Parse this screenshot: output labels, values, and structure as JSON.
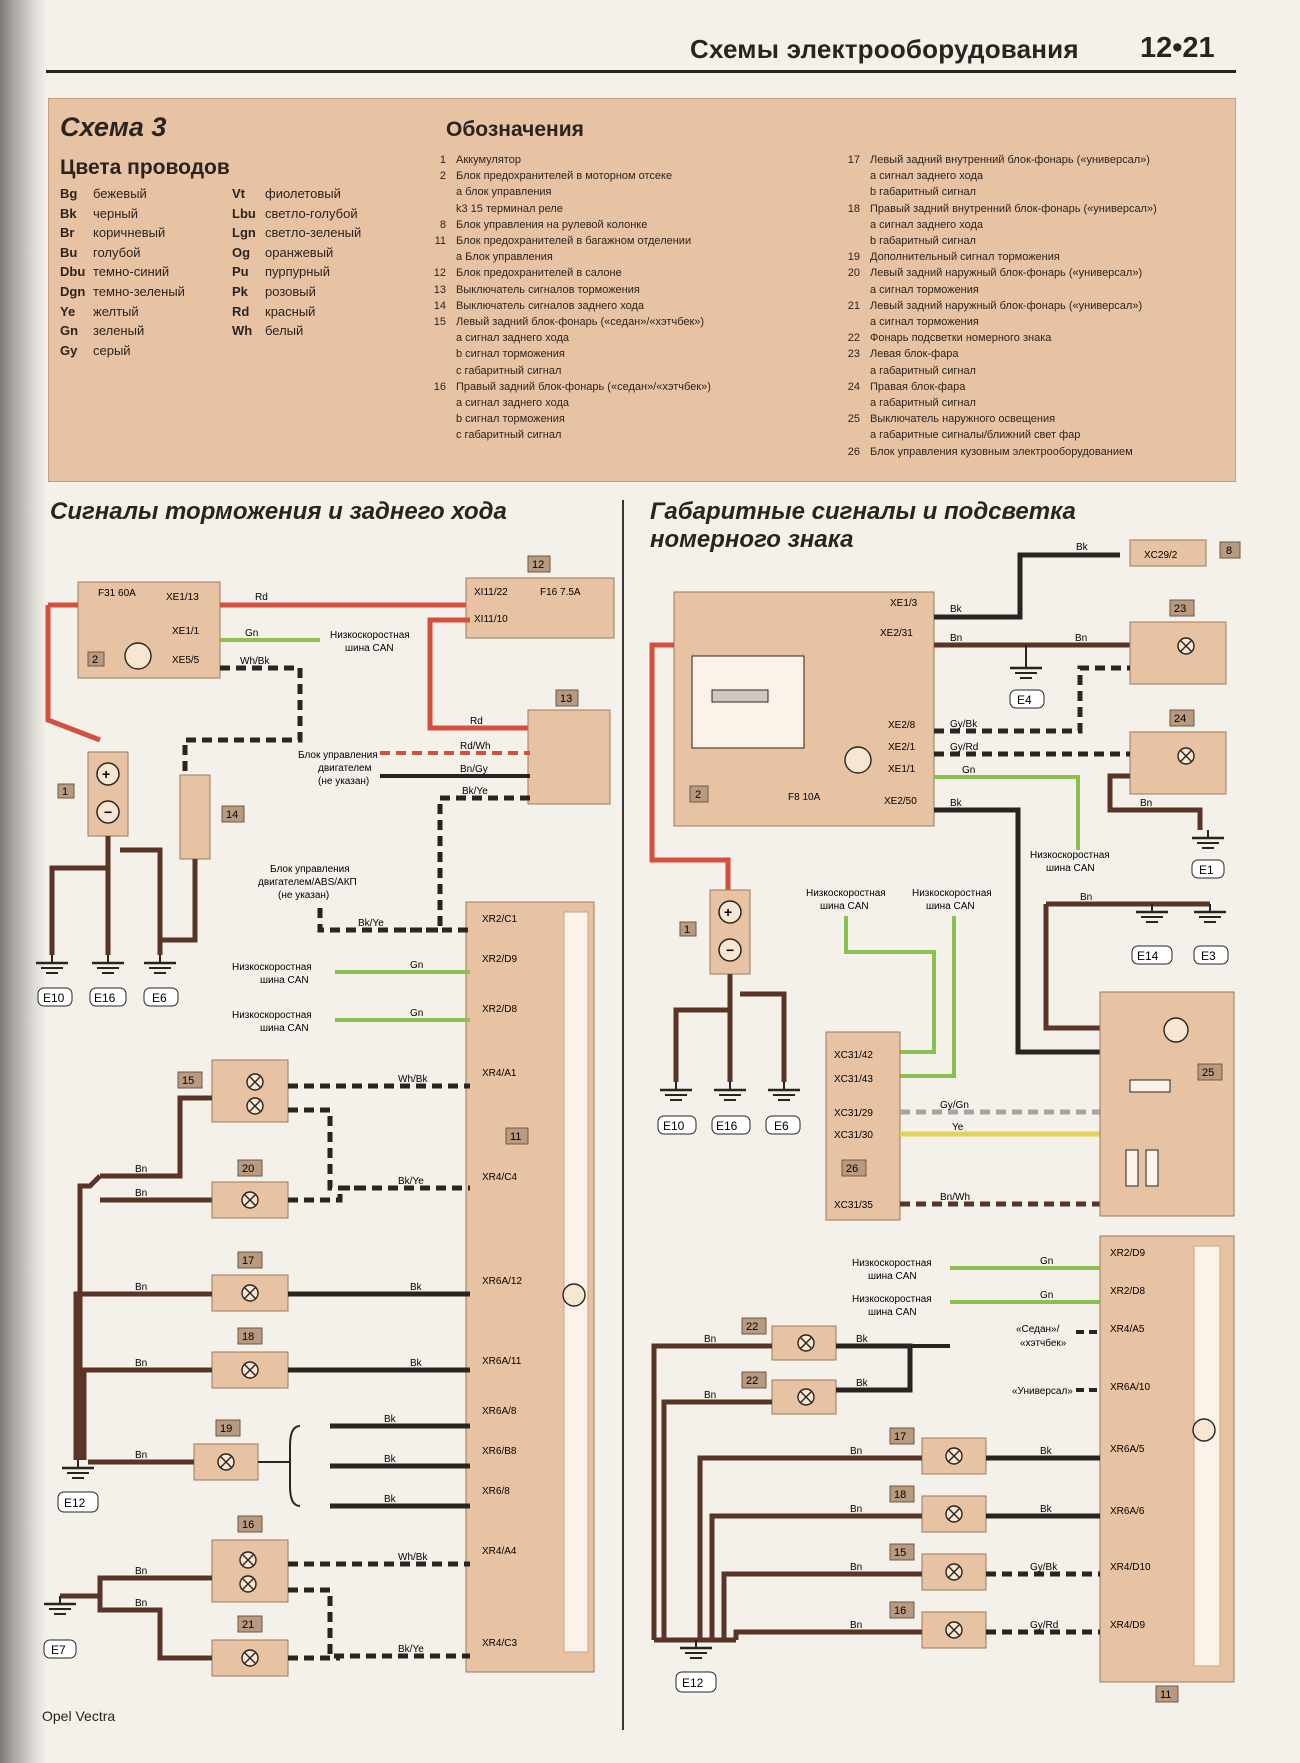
{
  "header": {
    "title": "Схемы электрооборудования",
    "page": "12•21"
  },
  "legend": {
    "scheme_title": "Схема 3",
    "colors_title": "Цвета проводов",
    "colors_left": [
      {
        "code": "Bg",
        "name": "бежевый"
      },
      {
        "code": "Bk",
        "name": "черный"
      },
      {
        "code": "Br",
        "name": "коричневый"
      },
      {
        "code": "Bu",
        "name": "голубой"
      },
      {
        "code": "Dbu",
        "name": "темно-синий"
      },
      {
        "code": "Dgn",
        "name": "темно-зеленый"
      },
      {
        "code": "Ye",
        "name": "желтый"
      },
      {
        "code": "Gn",
        "name": "зеленый"
      },
      {
        "code": "Gy",
        "name": "серый"
      }
    ],
    "colors_right": [
      {
        "code": "Vt",
        "name": "фиолетовый"
      },
      {
        "code": "Lbu",
        "name": "светло-голубой"
      },
      {
        "code": "Lgn",
        "name": "светло-зеленый"
      },
      {
        "code": "Og",
        "name": "оранжевый"
      },
      {
        "code": "Pu",
        "name": "пурпурный"
      },
      {
        "code": "Pk",
        "name": "розовый"
      },
      {
        "code": "Rd",
        "name": "красный"
      },
      {
        "code": "Wh",
        "name": "белый"
      }
    ],
    "designations_title": "Обозначения",
    "designations_left": [
      {
        "num": "1",
        "text": "Аккумулятор"
      },
      {
        "num": "2",
        "text": "Блок предохранителей в моторном отсеке"
      },
      {
        "num": "",
        "text": "а   блок управления"
      },
      {
        "num": "",
        "text": "k3  15 терминал реле"
      },
      {
        "num": "8",
        "text": "Блок управления на рулевой колонке"
      },
      {
        "num": "11",
        "text": "Блок предохранителей в багажном отделении"
      },
      {
        "num": "",
        "text": "а   Блок управления"
      },
      {
        "num": "12",
        "text": "Блок предохранителей в салоне"
      },
      {
        "num": "13",
        "text": "Выключатель сигналов торможения"
      },
      {
        "num": "14",
        "text": "Выключатель сигналов заднего хода"
      },
      {
        "num": "15",
        "text": "Левый задний блок-фонарь («седан»/«хэтчбек»)"
      },
      {
        "num": "",
        "text": "а   сигнал заднего хода"
      },
      {
        "num": "",
        "text": "b   сигнал торможения"
      },
      {
        "num": "",
        "text": "c   габаритный сигнал"
      },
      {
        "num": "16",
        "text": "Правый задний блок-фонарь («седан»/«хэтчбек»)"
      },
      {
        "num": "",
        "text": "а   сигнал заднего хода"
      },
      {
        "num": "",
        "text": "b   сигнал торможения"
      },
      {
        "num": "",
        "text": "c   габаритный сигнал"
      }
    ],
    "designations_right": [
      {
        "num": "17",
        "text": "Левый задний внутренний блок-фонарь («универсал»)"
      },
      {
        "num": "",
        "text": "а   сигнал заднего хода"
      },
      {
        "num": "",
        "text": "b   габаритный сигнал"
      },
      {
        "num": "18",
        "text": "Правый задний внутренний блок-фонарь («универсал»)"
      },
      {
        "num": "",
        "text": "а   сигнал заднего хода"
      },
      {
        "num": "",
        "text": "b   габаритный сигнал"
      },
      {
        "num": "19",
        "text": "Дополнительный сигнал торможения"
      },
      {
        "num": "20",
        "text": "Левый задний наружный блок-фонарь («универсал»)"
      },
      {
        "num": "",
        "text": "а   сигнал торможения"
      },
      {
        "num": "21",
        "text": "Левый задний наружный блок-фонарь («универсал»)"
      },
      {
        "num": "",
        "text": "а   сигнал торможения"
      },
      {
        "num": "22",
        "text": "Фонарь подсветки номерного знака"
      },
      {
        "num": "23",
        "text": "Левая блок-фара"
      },
      {
        "num": "",
        "text": "а   габаритный сигнал"
      },
      {
        "num": "24",
        "text": "Правая блок-фара"
      },
      {
        "num": "",
        "text": "а   габаритный сигнал"
      },
      {
        "num": "25",
        "text": "Выключатель наружного освещения"
      },
      {
        "num": "",
        "text": "а   габаритные сигналы/ближний свет фар"
      },
      {
        "num": "26",
        "text": "Блок управления кузовным электрооборудованием"
      }
    ]
  },
  "sections": {
    "left_title": "Сигналы торможения и заднего хода",
    "right_title_1": "Габаритные сигналы и подсветка",
    "right_title_2": "номерного знака"
  },
  "labels": {
    "can_1": "Низкоскоростная",
    "can_2": "шина CAN",
    "ecu_1": "Блок управления",
    "ecu_2": "двигателем",
    "ecu_3": "(не указан)",
    "abs_1": "Блок управления",
    "abs_2": "двигателем/ABS/АКП",
    "abs_3": "(не указан)",
    "sedan": "«Седан»/",
    "hatch": "«хэтчбек»",
    "wagon": "«Универсал»"
  },
  "wires": {
    "rd": "Rd",
    "gn": "Gn",
    "bk": "Bk",
    "bn": "Bn",
    "ye": "Ye",
    "whbk": "Wh/Bk",
    "rdwh": "Rd/Wh",
    "bngy": "Bn/Gy",
    "bkye": "Bk/Ye",
    "gybk": "Gy/Bk",
    "gyrd": "Gy/Rd",
    "gygn": "Gy/Gn",
    "bnwh": "Bn/Wh"
  },
  "components": {
    "c1": "1",
    "c2": "2",
    "c8": "8",
    "c11": "11",
    "c12": "12",
    "c13": "13",
    "c14": "14",
    "c15": "15",
    "c16": "16",
    "c17": "17",
    "c18": "18",
    "c19": "19",
    "c20": "20",
    "c21": "21",
    "c22": "22",
    "c23": "23",
    "c24": "24",
    "c25": "25",
    "c26": "26"
  },
  "grounds": {
    "e1": "E1",
    "e3": "E3",
    "e4": "E4",
    "e6": "E6",
    "e7": "E7",
    "e10": "E10",
    "e12": "E12",
    "e14": "E14",
    "e16": "E16"
  },
  "connectors": {
    "f31": "F31 60A",
    "xe1_13": "XE1/13",
    "xe1_1": "XE1/1",
    "xe5_5": "XE5/5",
    "xi11_22": "XI11/22",
    "xi11_10": "XI11/10",
    "f16": "F16 7.5A",
    "xr2_c1": "XR2/C1",
    "xr2_d9": "XR2/D9",
    "xr2_d8": "XR2/D8",
    "xr4_a1": "XR4/A1",
    "xr4_c4": "XR4/C4",
    "xr6a_12": "XR6A/12",
    "xr6a_11": "XR6A/11",
    "xr6a_8": "XR6A/8",
    "xr6_b8": "XR6/B8",
    "xr6_8": "XR6/8",
    "xr4_a4": "XR4/A4",
    "xr4_c3": "XR4/C3",
    "xe1_3": "XE1/3",
    "xe2_31": "XE2/31",
    "xe2_8": "XE2/8",
    "xe2_1": "XE2/1",
    "xe1_1b": "XE1/1",
    "xe2_50": "XE2/50",
    "f8": "F8 10A",
    "xc29_2": "XC29/2",
    "xc31_42": "XC31/42",
    "xc31_43": "XC31/43",
    "xc31_29": "XC31/29",
    "xc31_30": "XC31/30",
    "xc31_35": "XC31/35",
    "xr4_a5": "XR4/A5",
    "xr6a_10": "XR6A/10",
    "xr6a_5": "XR6A/5",
    "xr6a_6": "XR6A/6",
    "xr4_d10": "XR4/D10",
    "xr4_d9": "XR4/D9"
  },
  "footer": "Opel Vectra"
}
